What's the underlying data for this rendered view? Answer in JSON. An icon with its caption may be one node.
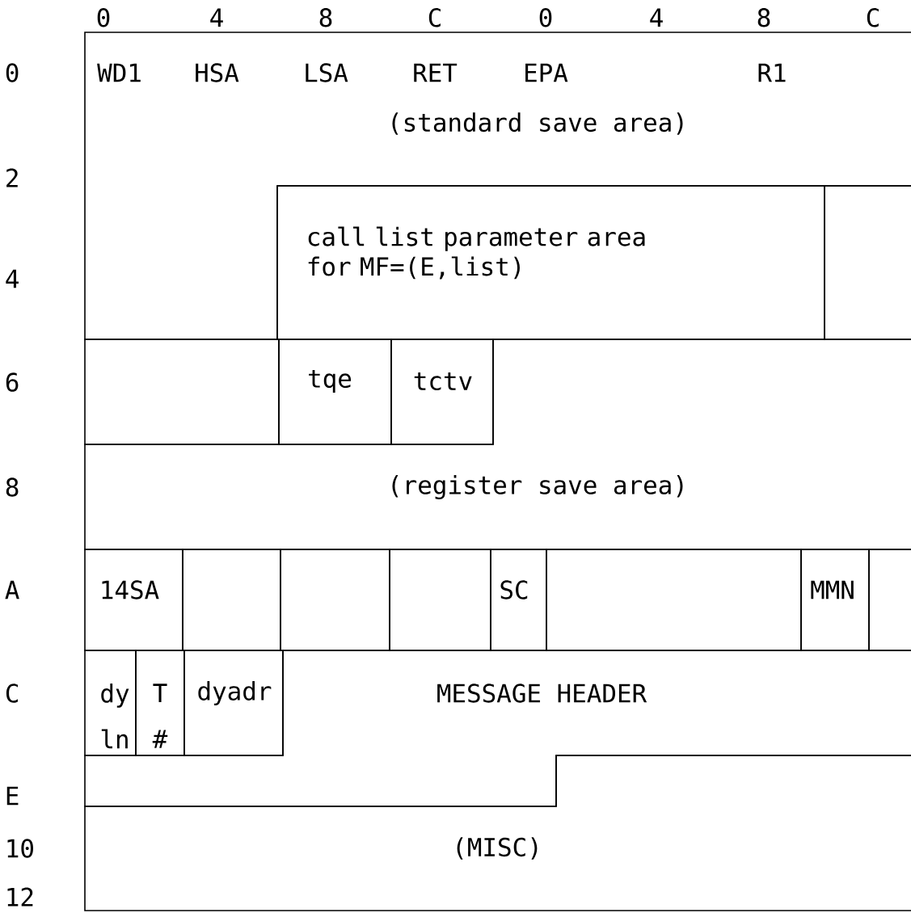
{
  "diagram": {
    "nodes": [
      {
        "text": [
          "WD1",
          "HSA",
          "LSA",
          "RET",
          "EPA",
          "R1",
          "(standard save area)"
        ]
      },
      {
        "text": [
          "call list parameter area for MF=(E,list)"
        ]
      },
      {
        "text": [],
        "shape": "box"
      },
      {
        "text": [],
        "shape": "box"
      },
      {
        "text": [
          "tqe"
        ]
      },
      {
        "text": [
          "tctv"
        ]
      },
      {
        "text": [
          "(register save area)"
        ]
      },
      {
        "text": [
          "14SA"
        ]
      },
      {
        "text": [],
        "shape": "box"
      },
      {
        "text": [],
        "shape": "box"
      },
      {
        "text": [],
        "shape": "box"
      },
      {
        "text": [
          "SC"
        ]
      },
      {
        "text": [],
        "shape": "box"
      },
      {
        "text": [
          "MMN"
        ]
      },
      {
        "text": [],
        "shape": "box"
      },
      {
        "text": [
          "dy ln"
        ]
      },
      {
        "text": [
          "T #"
        ]
      },
      {
        "text": [
          "dyadr"
        ]
      },
      {
        "text": [
          "MESSAGE HEADER"
        ]
      },
      {
        "text": [
          "(MISC)"
        ]
      }
    ],
    "labels": [
      "0",
      "4",
      "8",
      "C",
      "0",
      "4",
      "8",
      "C",
      "0",
      "2",
      "4",
      "6",
      "8",
      "A",
      "C",
      "E",
      "10",
      "12"
    ]
  }
}
